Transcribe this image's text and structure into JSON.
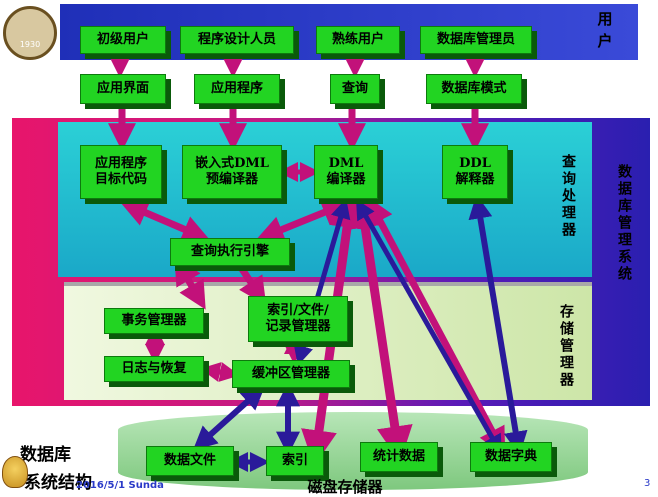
{
  "user_layer": {
    "label": "用户",
    "boxes": [
      "初级用户",
      "程序设计人员",
      "熟练用户",
      "数据库管理员"
    ]
  },
  "interface_layer": {
    "boxes": [
      "应用界面",
      "应用程序",
      "查询",
      "数据库模式"
    ]
  },
  "dbms": {
    "label": "数据库管理系统",
    "query_processor": {
      "label": "查询处理器",
      "app_code": "应用程序\n目标代码",
      "dml_precompiler": "嵌入式DML\n预编译器",
      "dml_compiler": "DML\n编译器",
      "ddl_interpreter": "DDL\n解释器",
      "query_engine": "查询执行引擎"
    },
    "storage_manager": {
      "label": "存储管理器",
      "transaction_manager": "事务管理器",
      "file_manager": "索引/文件/\n记录管理器",
      "log_recovery": "日志与恢复",
      "buffer_manager": "缓冲区管理器"
    }
  },
  "disk": {
    "label": "磁盘存储器",
    "boxes": [
      "数据文件",
      "索引",
      "统计数据",
      "数据字典"
    ]
  },
  "footer": {
    "title_line1": "数据库",
    "title_line2": "系统结构",
    "date": "2016/5/1 Sunda",
    "page_number": "3"
  },
  "logo": {
    "year": "1930"
  },
  "colors": {
    "top_band": "#2a38c8",
    "dbms_band_left": "#e8156b",
    "dbms_band_right": "#3a1fb8",
    "query_panel": "#1fb8c8",
    "storage_panel": "#d8ecb8",
    "box_green": "#22d422",
    "arrow_purple": "#c2117a",
    "arrow_blue": "#2a1a9a"
  }
}
